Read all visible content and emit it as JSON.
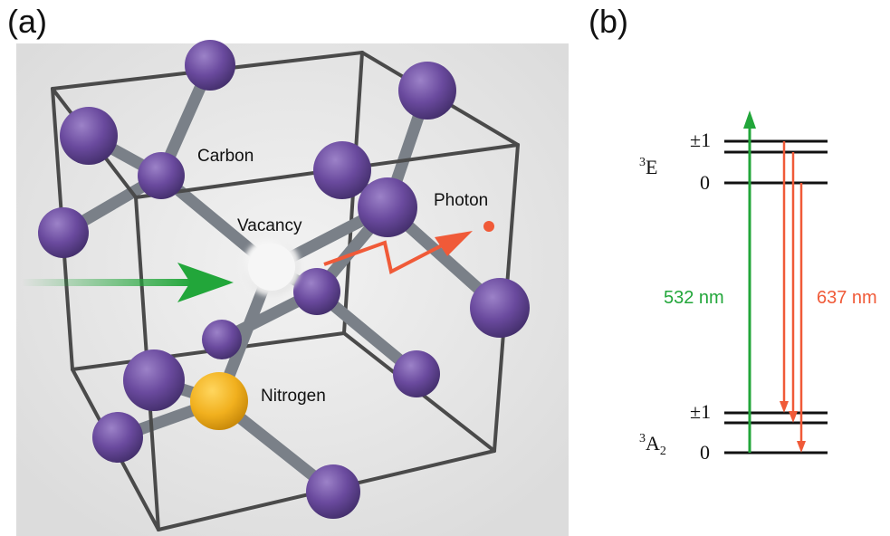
{
  "panel_a": {
    "label": "(a)",
    "atoms": {
      "carbon": "Carbon",
      "vacancy": "Vacancy",
      "nitrogen": "Nitrogen",
      "photon": "Photon"
    }
  },
  "panel_b": {
    "label": "(b)",
    "excited_state": {
      "sup": "3",
      "main": "E"
    },
    "ground_state": {
      "sup": "3",
      "main": "A",
      "sub": "2"
    },
    "level_labels": {
      "pm1": "±1",
      "zero": "0"
    },
    "excitation": "532 nm",
    "emission": "637 nm"
  },
  "colors": {
    "carbon": "#6a4a9e",
    "nitrogen": "#f1b01e",
    "excitation": "#22a63a",
    "emission": "#f05a38",
    "bond": "#7a8088",
    "cell_edge": "#4a4a4a",
    "background": "#e7e7e7"
  }
}
